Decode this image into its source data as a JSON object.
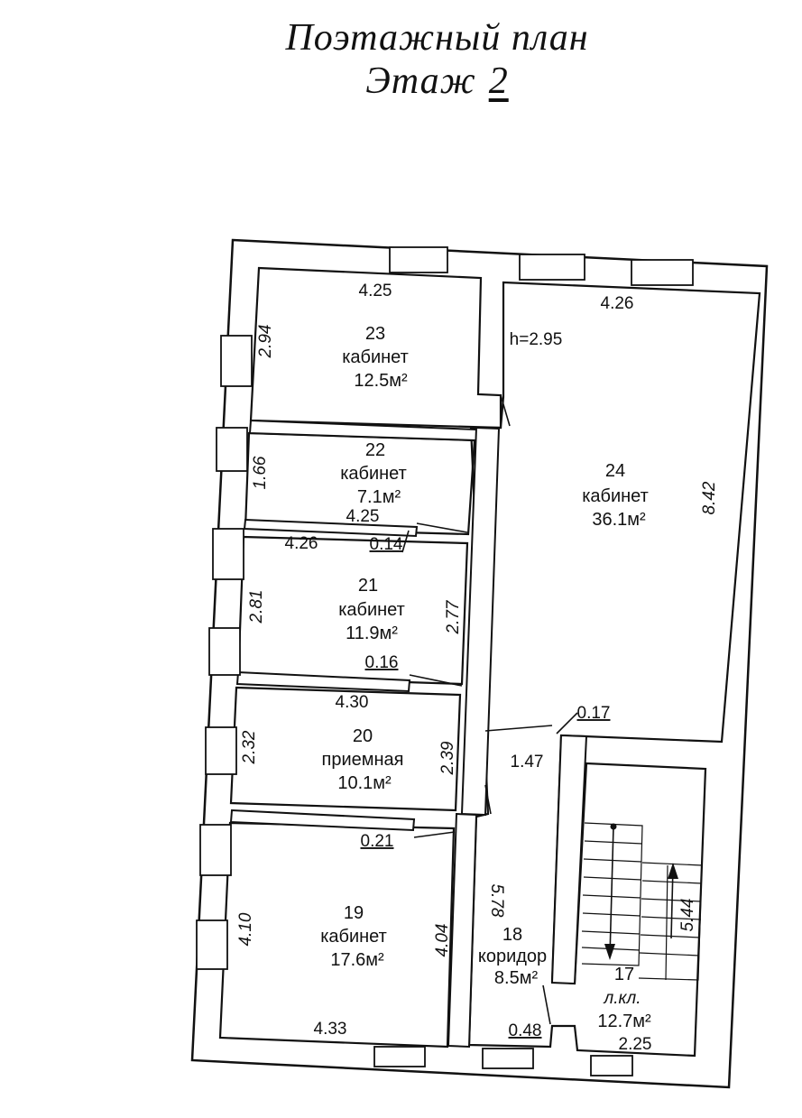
{
  "title": {
    "line1": "Поэтажный план",
    "floor_label": "Этаж",
    "floor_number": "2"
  },
  "rooms": [
    {
      "id": "23",
      "number": "23",
      "name": "кабинет",
      "area": "12.5м²"
    },
    {
      "id": "22",
      "number": "22",
      "name": "кабинет",
      "area": "7.1м²"
    },
    {
      "id": "21",
      "number": "21",
      "name": "кабинет",
      "area": "11.9м²"
    },
    {
      "id": "20",
      "number": "20",
      "name": "приемная",
      "area": "10.1м²"
    },
    {
      "id": "19",
      "number": "19",
      "name": "кабинет",
      "area": "17.6м²"
    },
    {
      "id": "24",
      "number": "24",
      "name": "кабинет",
      "area": "36.1м²"
    },
    {
      "id": "18",
      "number": "18",
      "name": "коридор",
      "area": "8.5м²"
    },
    {
      "id": "17",
      "number": "17",
      "name": "л.кл.",
      "area": "12.7м²"
    }
  ],
  "dimensions": {
    "r23_width": "4.25",
    "r23_height": "2.94",
    "ceiling_height": "h=2.95",
    "r24_width": "4.26",
    "r24_height": "8.42",
    "r22_height": "1.66",
    "r22_width": "4.25",
    "wall_022": "0.14",
    "r21_width": "4.26",
    "r21_height": "2.81",
    "r21_right": "2.77",
    "wall_021": "0.16",
    "r20_width": "4.30",
    "r20_height": "2.32",
    "r20_right": "2.39",
    "corridor_width": "1.47",
    "wall_017": "0.17",
    "wall_0_21": "0.21",
    "r19_height": "4.10",
    "r19_right": "4.04",
    "r19_width": "4.33",
    "corridor_length": "5.78",
    "stair_length": "5.44",
    "wall_048": "0.48",
    "stair_width": "2.25"
  }
}
